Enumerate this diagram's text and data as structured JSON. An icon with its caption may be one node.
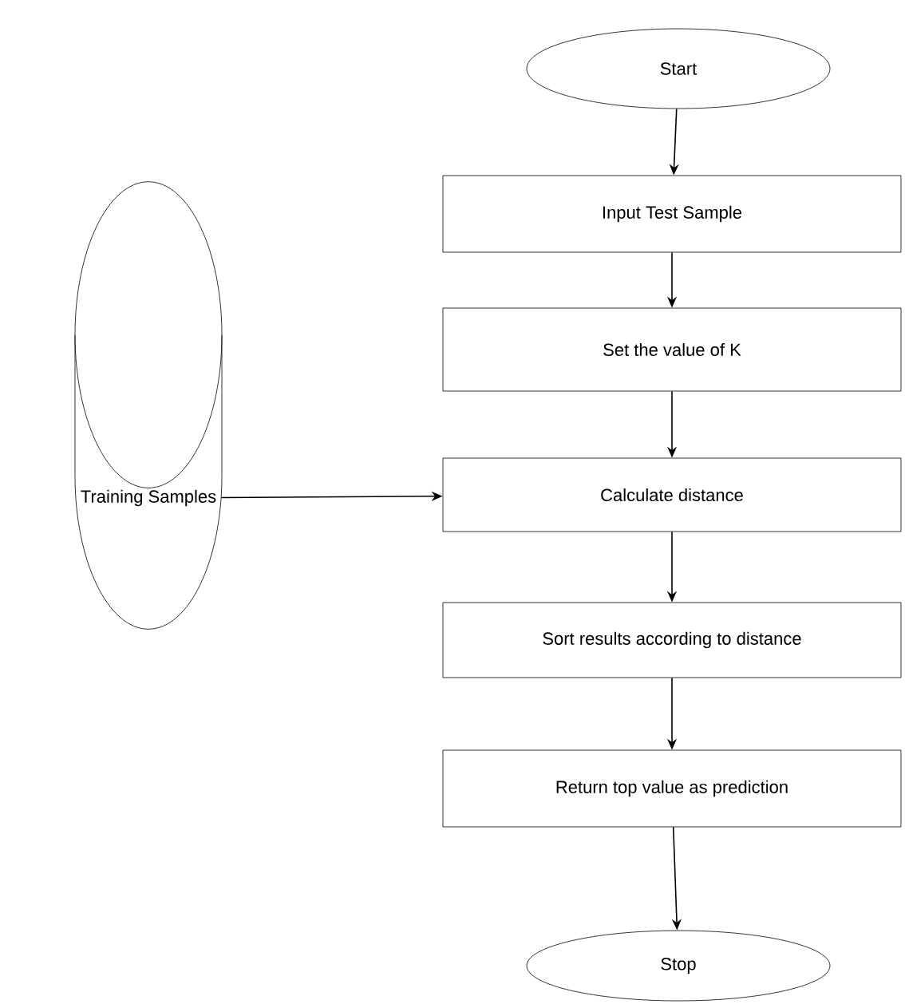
{
  "diagram": {
    "nodes": [
      {
        "text": [
          "Start"
        ]
      },
      {
        "text": [
          "Input Test Sample"
        ]
      },
      {
        "text": [
          "Set the value of K"
        ]
      },
      {
        "text": [
          "Calculate distance"
        ]
      },
      {
        "text": [
          "Sort results according to distance"
        ]
      },
      {
        "text": [
          "Return top value as prediction"
        ]
      },
      {
        "text": [
          "Stop"
        ]
      },
      {
        "text": [
          "Training Samples"
        ]
      }
    ],
    "edges": [
      {
        "from": 0,
        "to": 1,
        "arrow": "to"
      },
      {
        "from": 1,
        "to": 2,
        "arrow": "to"
      },
      {
        "from": 2,
        "to": 3,
        "arrow": "to"
      },
      {
        "from": 7,
        "to": 3,
        "arrow": "to"
      },
      {
        "from": 3,
        "to": 4,
        "arrow": "to"
      },
      {
        "from": 4,
        "to": 5,
        "arrow": "to"
      },
      {
        "from": 5,
        "to": 6,
        "arrow": "to"
      }
    ]
  }
}
